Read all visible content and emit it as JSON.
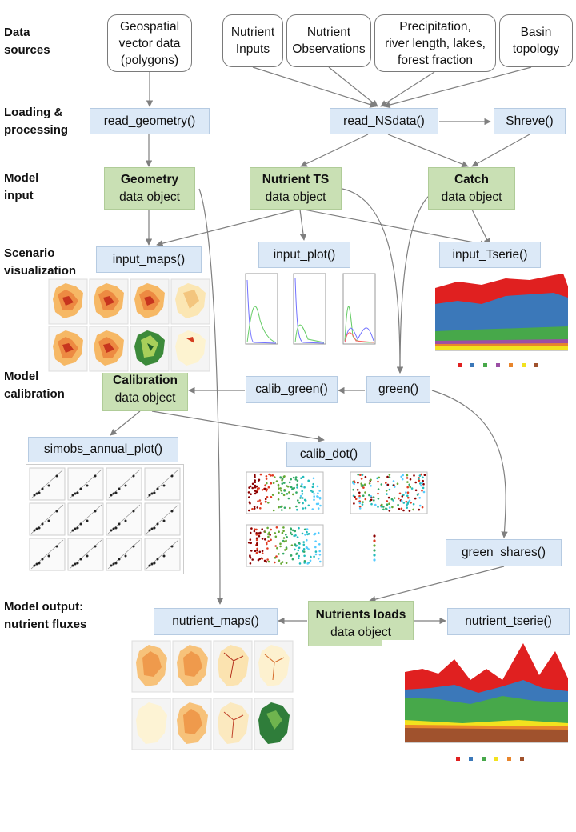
{
  "stages": {
    "data_sources": "Data\nsources",
    "loading": "Loading &\nprocessing",
    "model_input": "Model\n input",
    "scenario": "Scenario\nvisualization",
    "calibration": "Model\ncalibration",
    "output": "Model output:\nnutrient fluxes"
  },
  "sources": {
    "geo": "Geospatial\nvector data\n(polygons)",
    "inputs": "Nutrient\nInputs",
    "observations": "Nutrient\nObservations",
    "precip": "Precipitation,\nriver length, lakes,\nforest fraction",
    "basin": "Basin\ntopology"
  },
  "functions": {
    "read_geometry": "read_geometry()",
    "read_nsdata": "read_NSdata()",
    "shreve": "Shreve()",
    "input_maps": "input_maps()",
    "input_plot": "input_plot()",
    "input_tserie": "input_Tserie()",
    "calib_green": "calib_green()",
    "green": "green()",
    "simobs": "simobs_annual_plot()",
    "calib_dot": "calib_dot()",
    "green_shares": "green_shares()",
    "nutrient_maps": "nutrient_maps()",
    "nutrient_tserie": "nutrient_tserie()"
  },
  "objects": {
    "geometry": {
      "title": "Geometry",
      "sub": "data object"
    },
    "nutrient_ts": {
      "title": "Nutrient TS",
      "sub": "data object"
    },
    "catch": {
      "title": "Catch",
      "sub": "data object"
    },
    "calibration": {
      "title": "Calibration",
      "sub": "data object"
    },
    "loads": {
      "title": "Nutrients loads",
      "sub": "data object"
    }
  },
  "colors": {
    "function_fill": "#dce9f7",
    "object_fill": "#c9e0b4",
    "arrow": "#7f7f7f",
    "map_palette": [
      "#fdf1c7",
      "#fbd58b",
      "#f5a55a",
      "#e2622f",
      "#b51e1c"
    ],
    "tserie_input": [
      "#e02020",
      "#3b78b9",
      "#47a84a",
      "#9b4fa5",
      "#e8852c",
      "#f2e21e",
      "#a0522d"
    ],
    "tserie_output": [
      "#e02020",
      "#3b78b9",
      "#47a84a",
      "#f2e21e",
      "#e8852c",
      "#a0522d"
    ]
  }
}
